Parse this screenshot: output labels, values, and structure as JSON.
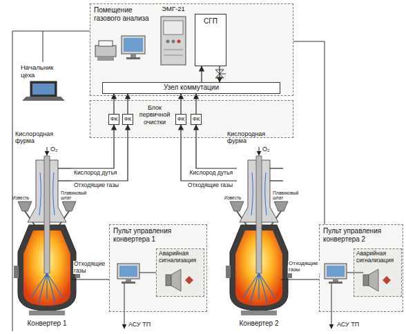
{
  "diagram": {
    "nodes": [
      {
        "text": [
          "Помещение газового анализа"
        ]
      },
      {
        "text": [
          "ЭМГ-21"
        ],
        "in": 0
      },
      {
        "text": [
          "СГП"
        ],
        "in": 0
      },
      {
        "text": [
          "Узел коммутации"
        ],
        "in": 0
      },
      {
        "text": [
          "Блок первичной очистки"
        ]
      },
      {
        "text": [
          "ФК"
        ],
        "in": 4
      },
      {
        "text": [
          "ФК"
        ],
        "in": 4
      },
      {
        "text": [
          "ФК"
        ],
        "in": 4
      },
      {
        "text": [
          "ФК"
        ],
        "in": 4
      },
      {
        "text": [
          "Конвертер 1"
        ]
      },
      {
        "text": [
          "Пульт управления конвертера 1"
        ]
      },
      {
        "text": [
          "Аварийная сигнализация"
        ],
        "in": 10
      },
      {
        "text": [
          "Конвертер 2"
        ]
      },
      {
        "text": [
          "Пульт управления конвертера 2"
        ]
      },
      {
        "text": [
          "Аварийная сигнализация"
        ],
        "in": 13
      }
    ],
    "edges": [
      {
        "from": 9,
        "to": 5,
        "label": "Кислород дутья",
        "arrow": "to"
      },
      {
        "from": 9,
        "to": 6,
        "label": "Отходящие газы",
        "arrow": "to"
      },
      {
        "from": 12,
        "to": 8,
        "label": "Кислород дутья",
        "arrow": "to"
      },
      {
        "from": 12,
        "to": 7,
        "label": "Отходящие газы",
        "arrow": "to"
      },
      {
        "from": 5,
        "to": 3,
        "arrow": "to"
      },
      {
        "from": 6,
        "to": 3,
        "arrow": "to"
      },
      {
        "from": 7,
        "to": 3,
        "arrow": "to"
      },
      {
        "from": 8,
        "to": 3,
        "arrow": "to"
      },
      {
        "from": 3,
        "to": 2,
        "arrow": "to"
      },
      {
        "from": 2,
        "to": 3,
        "arrow": "to"
      },
      {
        "from": 9,
        "to": 10,
        "label": "Отходящие газы",
        "arrow": "none"
      },
      {
        "from": 12,
        "to": 13,
        "label": "Отходящие газы",
        "arrow": "none"
      }
    ],
    "labels": [
      "Начальник цеха",
      "Кислородная фурма",
      "O₂",
      "Известь",
      "Плавиковый шпат",
      "АСУ ТП",
      "Кислородная фурма",
      "O₂",
      "Известь",
      "Плавиковый шпат",
      "АСУ ТП"
    ]
  }
}
